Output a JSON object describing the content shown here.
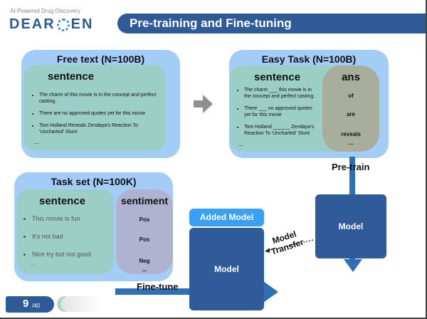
{
  "header": {
    "tagline": "AI-Powered Drug Discovery",
    "logo_left": "DEAR",
    "logo_right": "EN",
    "title": "Pre-training and Fine-tuning"
  },
  "free_text": {
    "title": "Free text (N=100B)",
    "header": "sentence",
    "items": [
      "The charm of this movie is in the concept and perfect casting.",
      "There are no approved quotes yet for this movie",
      "Tom Holland Reveals Zendaya's Reaction To 'Uncharted' Stunt"
    ],
    "ellipsis": "..."
  },
  "easy_task": {
    "title": "Easy Task (N=100B)",
    "header": "sentence",
    "items": [
      "The charm ___ this movie is in the concept and perfect casting.",
      "There ___ no approved quotes yet for this movie",
      "Tom Holland ______ Zendaya's Reaction To 'Uncharted' Stunt"
    ],
    "ellipsis": "...",
    "ans_header": "ans",
    "answers": [
      "of",
      "are",
      "reveals"
    ],
    "ans_ellipsis": "..."
  },
  "task_set": {
    "title": "Task set (N=100K)",
    "header": "sentence",
    "items": [
      "This movie is fun",
      "It's not bad",
      "Nice try but not good"
    ],
    "ellipsis": "...",
    "sent_header": "sentiment",
    "sentiments": [
      "Pos",
      "Pos",
      "Neg"
    ],
    "sent_ellipsis": "..."
  },
  "labels": {
    "pretrain": "Pre-train",
    "finetune": "Fine-tune",
    "added_model": "Added Model",
    "model": "Model",
    "transfer_1": "Model",
    "transfer_2": "Transfer"
  },
  "footer": {
    "page": "9",
    "total": "/40"
  }
}
